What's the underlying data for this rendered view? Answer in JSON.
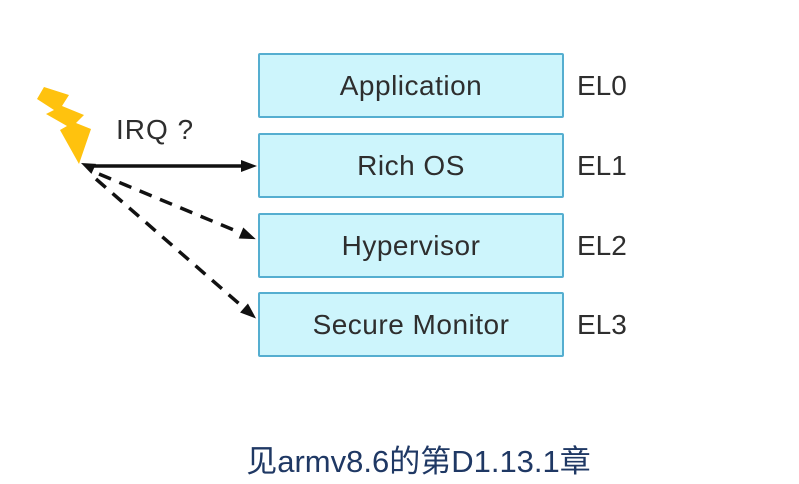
{
  "diagram": {
    "title_note": "",
    "irq_label": "IRQ ?",
    "boxes": [
      {
        "label": "Application",
        "el": "EL0"
      },
      {
        "label": "Rich OS",
        "el": "EL1"
      },
      {
        "label": "Hypervisor",
        "el": "EL2"
      },
      {
        "label": "Secure Monitor",
        "el": "EL3"
      }
    ],
    "arrows": [
      {
        "type": "solid",
        "from": "interrupt-source",
        "to": "Rich OS"
      },
      {
        "type": "dashed",
        "from": "interrupt-source",
        "to": "Hypervisor"
      },
      {
        "type": "dashed",
        "from": "interrupt-source",
        "to": "Secure Monitor"
      }
    ],
    "caption": "见armv8.6的第D1.13.1章",
    "colors": {
      "box_fill": "#CDF5FC",
      "box_border": "#55AED0",
      "bolt": "#FFC20E",
      "arrow": "#111111",
      "ink": "#2E2E2E",
      "caption": "#1F3864"
    }
  }
}
